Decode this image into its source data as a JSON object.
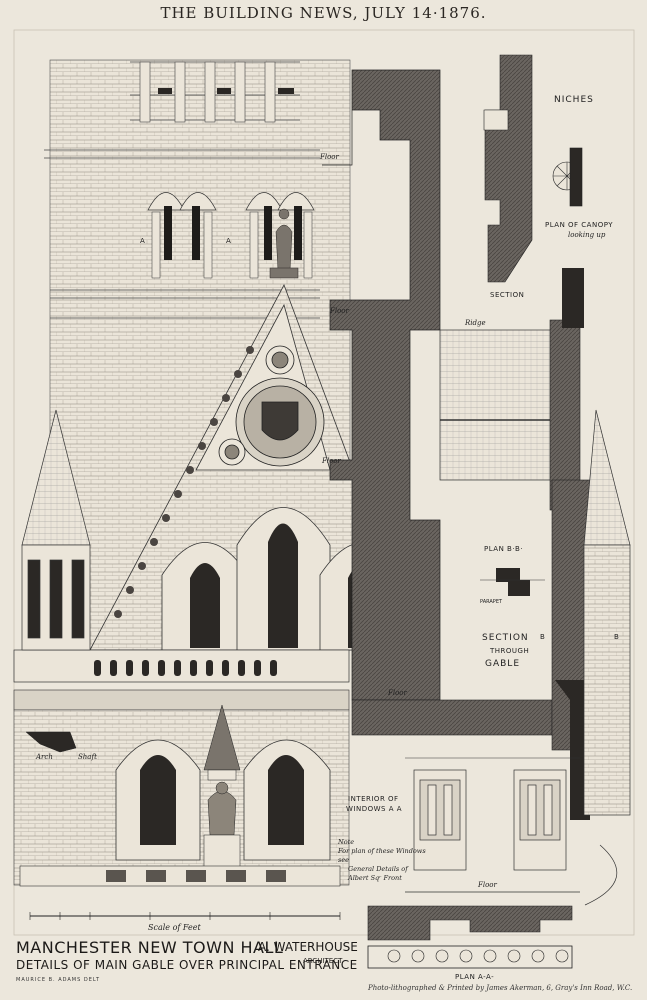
{
  "header": "THE BUILDING NEWS, JULY 14·1876.",
  "labels": {
    "niches": "NICHES",
    "section": "SECTION",
    "plan_of_canopy": "PLAN OF CANOPY",
    "looking_up": "looking up",
    "ridge": "Ridge",
    "floor": "Floor",
    "plan_bb": "PLAN B·B·",
    "parapet": "PARAPET",
    "section_through": "SECTION",
    "through": "THROUGH",
    "gable": "GABLE",
    "b": "B",
    "a": "A",
    "interior_of": "INTERIOR OF",
    "windows_aa": "WINDOWS  A A",
    "plan_aa": "PLAN  A-A-",
    "arch": "Arch",
    "shaft": "Shaft",
    "scale": "Scale of Feet"
  },
  "note": {
    "line1": "Note",
    "line2": "For plan of these Windows see",
    "line3": "General Details of",
    "line4": "Albert Sqʳ Front"
  },
  "title": {
    "main": "MANCHESTER NEW TOWN HALL",
    "architect": "A. WATERHOUSE",
    "architect_role": "ARCHITECT",
    "sub": "DETAILS OF MAIN GABLE OVER PRINCIPAL ENTRANCE",
    "delineator": "MAURICE B. ADAMS DELT",
    "printer": "Photo-lithographed & Printed by James Akerman, 6, Gray's Inn Road, W.C."
  }
}
